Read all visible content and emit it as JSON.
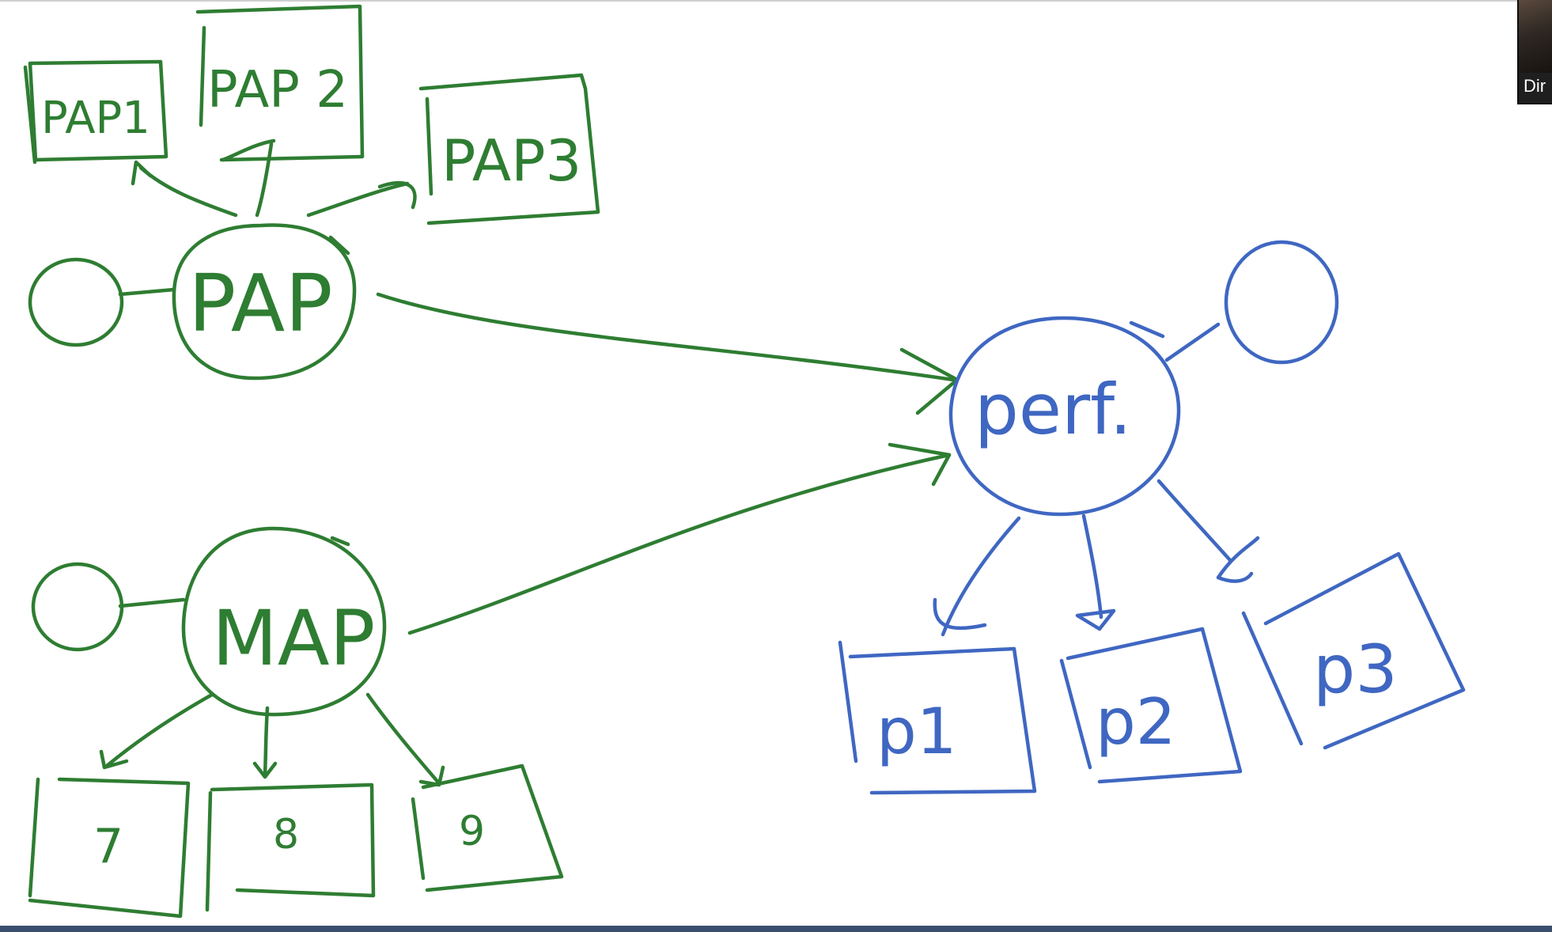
{
  "whiteboard": {
    "green_color": "#2e7d32",
    "blue_color": "#3f67c2",
    "nodes": {
      "pap": "PAP",
      "pap_children": [
        "PAP1",
        "PAP 2",
        "PAP3"
      ],
      "map": "MAP",
      "map_children": [
        "7",
        "8",
        "9"
      ],
      "perf": "perf.",
      "perf_children": [
        "p1",
        "p2",
        "p3"
      ]
    }
  },
  "video": {
    "participant_name": "Dir"
  }
}
